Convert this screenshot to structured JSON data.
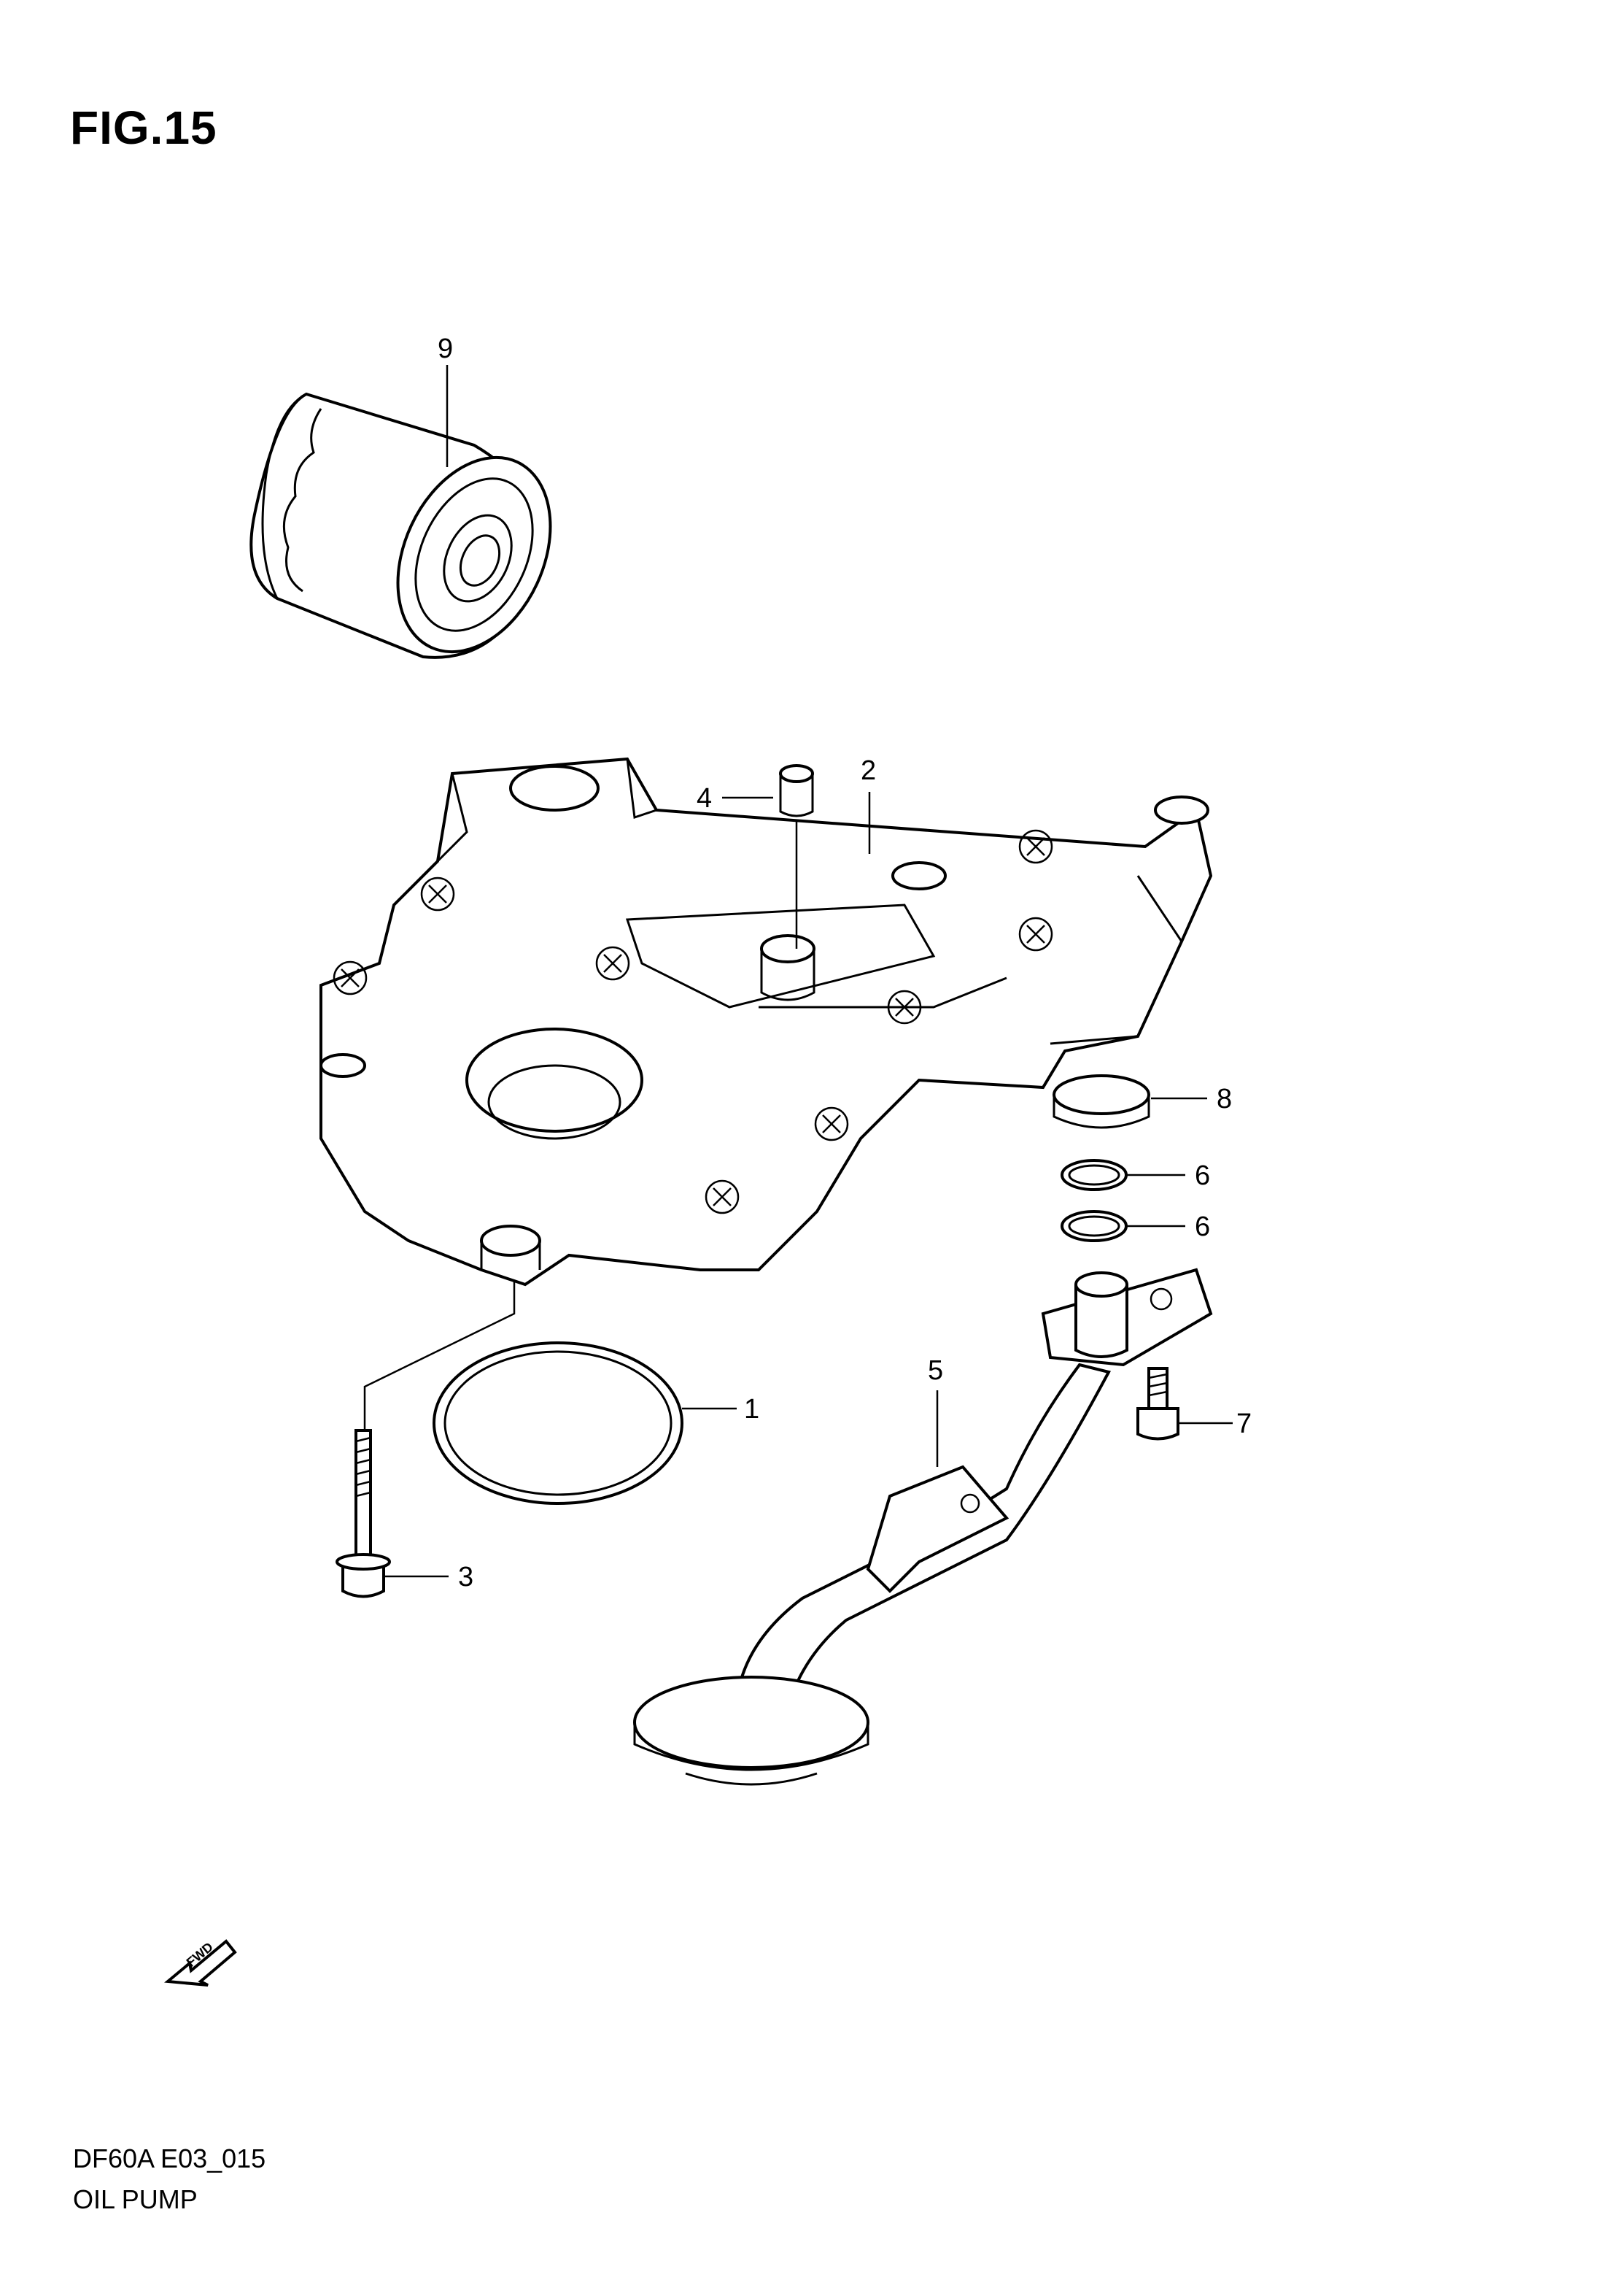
{
  "figure": {
    "title": "FIG.15"
  },
  "callouts": [
    {
      "id": "9",
      "text": "9"
    },
    {
      "id": "2",
      "text": "2"
    },
    {
      "id": "4",
      "text": "4"
    },
    {
      "id": "8",
      "text": "8"
    },
    {
      "id": "6a",
      "text": "6"
    },
    {
      "id": "6b",
      "text": "6"
    },
    {
      "id": "5",
      "text": "5"
    },
    {
      "id": "1",
      "text": "1"
    },
    {
      "id": "7",
      "text": "7"
    },
    {
      "id": "3",
      "text": "3"
    }
  ],
  "fwd_arrow": {
    "text": "FWD"
  },
  "footer": {
    "code": "DF60A E03_015",
    "name": "OIL PUMP"
  }
}
